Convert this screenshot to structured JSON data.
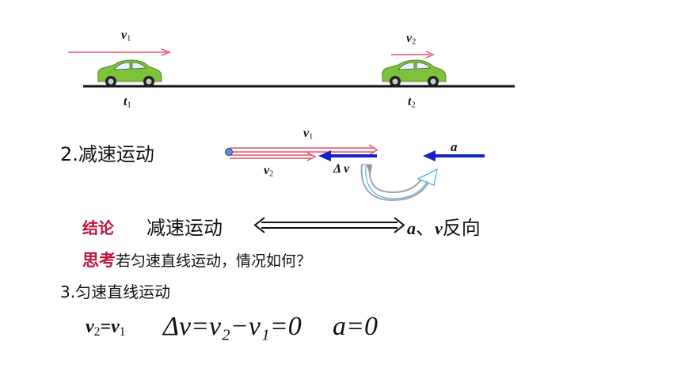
{
  "top_diagram": {
    "car1_velocity_label": "v",
    "car1_velocity_sub": "1",
    "car1_time_label": "t",
    "car1_time_sub": "1",
    "car2_velocity_label": "v",
    "car2_velocity_sub": "2",
    "car2_time_label": "t",
    "car2_time_sub": "2"
  },
  "section2": {
    "title": "2.减速运动",
    "v1_label": "v",
    "v1_sub": "1",
    "v2_label": "v",
    "v2_sub": "2",
    "dv_label": "Δ v",
    "a_label": "a"
  },
  "conclusion": {
    "tag": "结论",
    "left_text": "减速运动",
    "right_a": "a",
    "right_sep": "、",
    "right_v": "v",
    "right_text": "反向"
  },
  "think": {
    "tag": "思考",
    "question": "若匀速直线运动，情况如何？"
  },
  "section3": {
    "title": "3.匀速直线运动",
    "eq1_v2": "v",
    "eq1_v2_sub": "2",
    "eq1_eq": "=",
    "eq1_v1": "v",
    "eq1_v1_sub": "1",
    "eq2": "Δv=v₂−v₁=0",
    "eq3": "a=0"
  },
  "colors": {
    "pink_arrow": "#e8506a",
    "blue_arrow": "#1222c8",
    "road": "#111111",
    "car_body": "#7cc23a",
    "red_text": "#c0143c"
  }
}
